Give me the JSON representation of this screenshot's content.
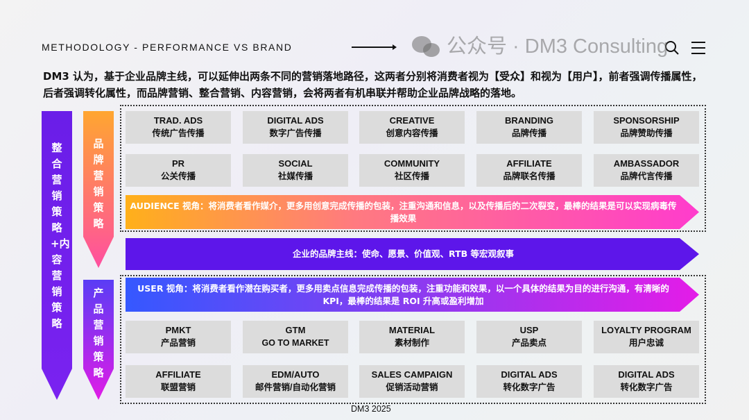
{
  "header": {
    "title": "METHODOLOGY - PERFORMANCE VS BRAND",
    "icons": [
      "arrow-right-icon",
      "search-icon",
      "menu-icon"
    ]
  },
  "intro": "DM3 认为，基于企业品牌主线，可以延伸出两条不同的营销落地路径，这两者分别将消费者视为【受众】和视为【用户】，前者强调传播属性，后者强调转化属性，而品牌营销、整合营销、内容营销，会将两者有机串联并帮助企业品牌战略的落地。",
  "left_column": {
    "label": "整合营销策略+内容营销策略",
    "color": "#6a1ee8"
  },
  "brand_column": {
    "label": "品牌营销策略",
    "color": "#ff9f2e"
  },
  "product_column": {
    "label": "产品营销策略",
    "color": "#c21ce8"
  },
  "brand_tiles": [
    {
      "en": "TRAD. ADS",
      "cn": "传统广告传播"
    },
    {
      "en": "DIGITAL ADS",
      "cn": "数字广告传播"
    },
    {
      "en": "CREATIVE",
      "cn": "创意内容传播"
    },
    {
      "en": "BRANDING",
      "cn": "品牌传播"
    },
    {
      "en": "SPONSORSHIP",
      "cn": "品牌赞助传播"
    },
    {
      "en": "PR",
      "cn": "公关传播"
    },
    {
      "en": "SOCIAL",
      "cn": "社媒传播"
    },
    {
      "en": "COMMUNITY",
      "cn": "社区传播"
    },
    {
      "en": "AFFILIATE",
      "cn": "品牌联名传播"
    },
    {
      "en": "AMBASSADOR",
      "cn": "品牌代言传播"
    }
  ],
  "audience_arrow": "AUDIENCE 视角：将消费者看作媒介，更多用创意完成传播的包装，注重沟通和信息，以及传播后的二次裂变，最棒的结果是可以实现病毒传播效果",
  "brand_mainline_arrow": "企业的品牌主线：使命、愿景、价值观、RTB 等宏观叙事",
  "user_arrow": "USER 视角：将消费者看作潜在购买者，更多用卖点信息完成传播的包装，注重功能和效果，以一个具体的结果为目的进行沟通，有清晰的 KPI，最棒的结果是 ROI 升高或盈利增加",
  "product_tiles": [
    {
      "en": "PMKT",
      "cn": "产品营销"
    },
    {
      "en": "GTM",
      "cn": "GO TO MARKET"
    },
    {
      "en": "MATERIAL",
      "cn": "素材制作"
    },
    {
      "en": "USP",
      "cn": "产品卖点"
    },
    {
      "en": "LOYALTY PROGRAM",
      "cn": "用户忠诚"
    },
    {
      "en": "AFFILIATE",
      "cn": "联盟营销"
    },
    {
      "en": "EDM/AUTO",
      "cn": "邮件营销/自动化营销"
    },
    {
      "en": "SALES CAMPAIGN",
      "cn": "促销活动营销"
    },
    {
      "en": "DIGITAL ADS",
      "cn": "转化数字广告"
    },
    {
      "en": "DIGITAL ADS",
      "cn": "转化数字广告"
    }
  ],
  "watermark": "公众号 · DM3 Consulting",
  "footer": "DM3 2025"
}
